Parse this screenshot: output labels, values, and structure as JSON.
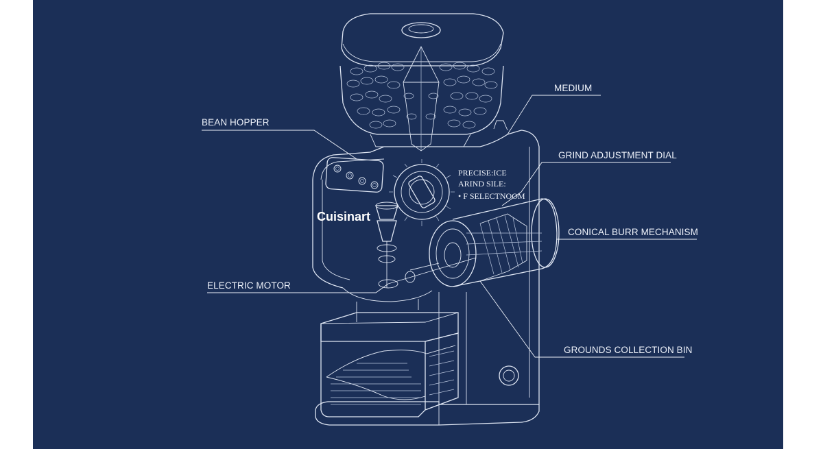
{
  "diagram": {
    "brand": "Cuisinart",
    "callouts": {
      "medium": "MEDIUM",
      "bean_hopper": "BEAN HOPPER",
      "grind_dial": "GRIND ADJUSTMENT DIAL",
      "burr": "CONICAL BURR MECHANISM",
      "motor": "ELECTRIC MOTOR",
      "bin": "GROUNDS COLLECTION BIN"
    },
    "dial_text": {
      "line1": "PRECISE:ICE",
      "line2": "ARIND SILE:",
      "line3": "• F SELECTNOOM"
    },
    "colors": {
      "background": "#1b2f57",
      "linework": "#dfe6f3",
      "page": "#ffffff"
    }
  }
}
